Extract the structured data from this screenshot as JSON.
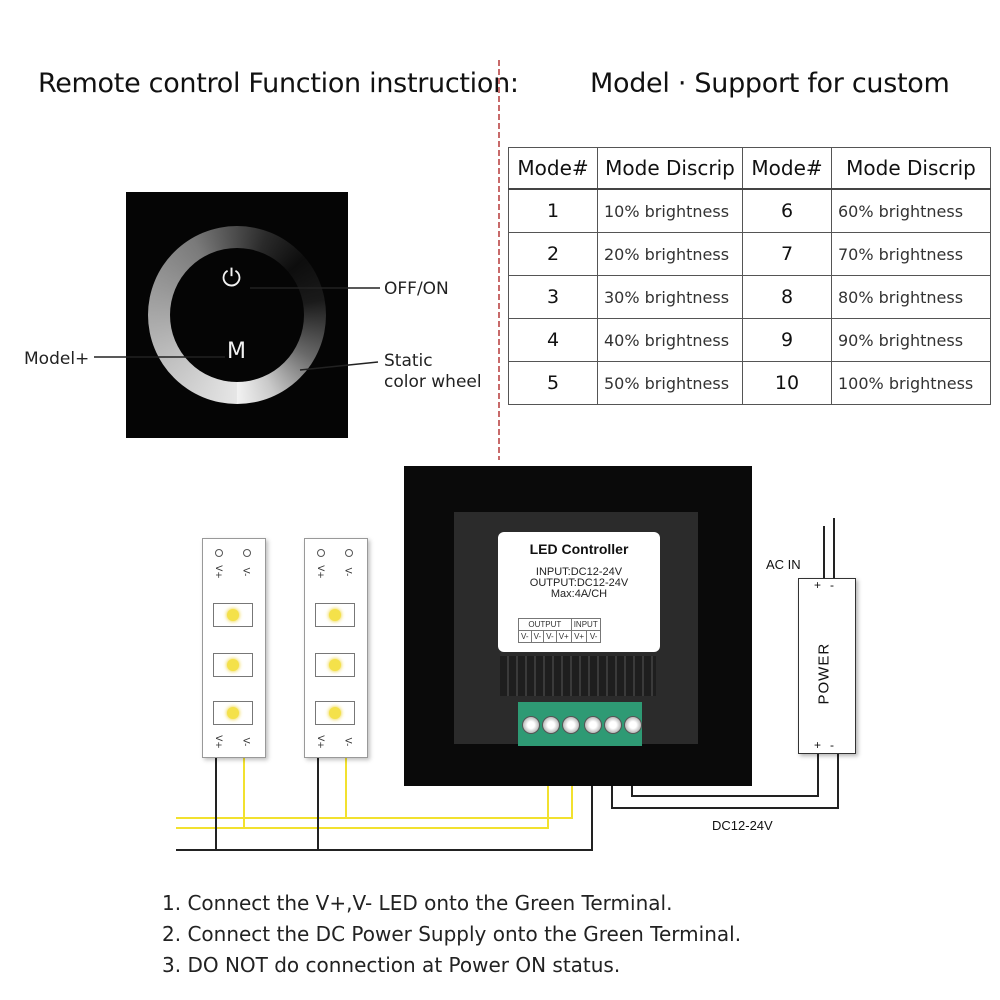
{
  "headings": {
    "left": "Remote control Function instruction:",
    "right": "Model · Support for custom"
  },
  "panel": {
    "power_symbol": "⏻",
    "mode_symbol": "M",
    "callouts": {
      "off_on": "OFF/ON",
      "model_plus": "Model+",
      "static_line1": "Static",
      "static_line2": "color wheel"
    }
  },
  "mode_table": {
    "headers": [
      "Mode#",
      "Mode Discrip",
      "Mode#",
      "Mode Discrip"
    ],
    "rows": [
      [
        "1",
        "10% brightness",
        "6",
        "60% brightness"
      ],
      [
        "2",
        "20% brightness",
        "7",
        "70% brightness"
      ],
      [
        "3",
        "30% brightness",
        "8",
        "80% brightness"
      ],
      [
        "4",
        "40% brightness",
        "9",
        "90% brightness"
      ],
      [
        "5",
        "50% brightness",
        "10",
        "100% brightness"
      ]
    ]
  },
  "controller": {
    "title": "LED Controller",
    "input": "INPUT:DC12-24V",
    "output": "OUTPUT:DC12-24V",
    "max": "Max:4A/CH",
    "group_output": "OUTPUT",
    "group_input": "INPUT",
    "terminals": [
      "V-",
      "V-",
      "V-",
      "V+",
      "V+",
      "V-"
    ]
  },
  "strips": {
    "pin_plus": "V+",
    "pin_minus": "V-"
  },
  "power": {
    "label": "POWER",
    "ac_in": "AC IN",
    "plus": "+",
    "minus": "-",
    "dc_label": "DC12-24V"
  },
  "steps": [
    "1. Connect the V+,V- LED onto the Green Terminal.",
    "2. Connect the DC Power Supply onto the Green Terminal.",
    "3. DO NOT do connection at Power ON status."
  ],
  "colors": {
    "wire_yellow": "#f2e12f",
    "wire_black": "#222222",
    "terminal_green": "#2e9a74",
    "divider": "#c86a6a"
  }
}
